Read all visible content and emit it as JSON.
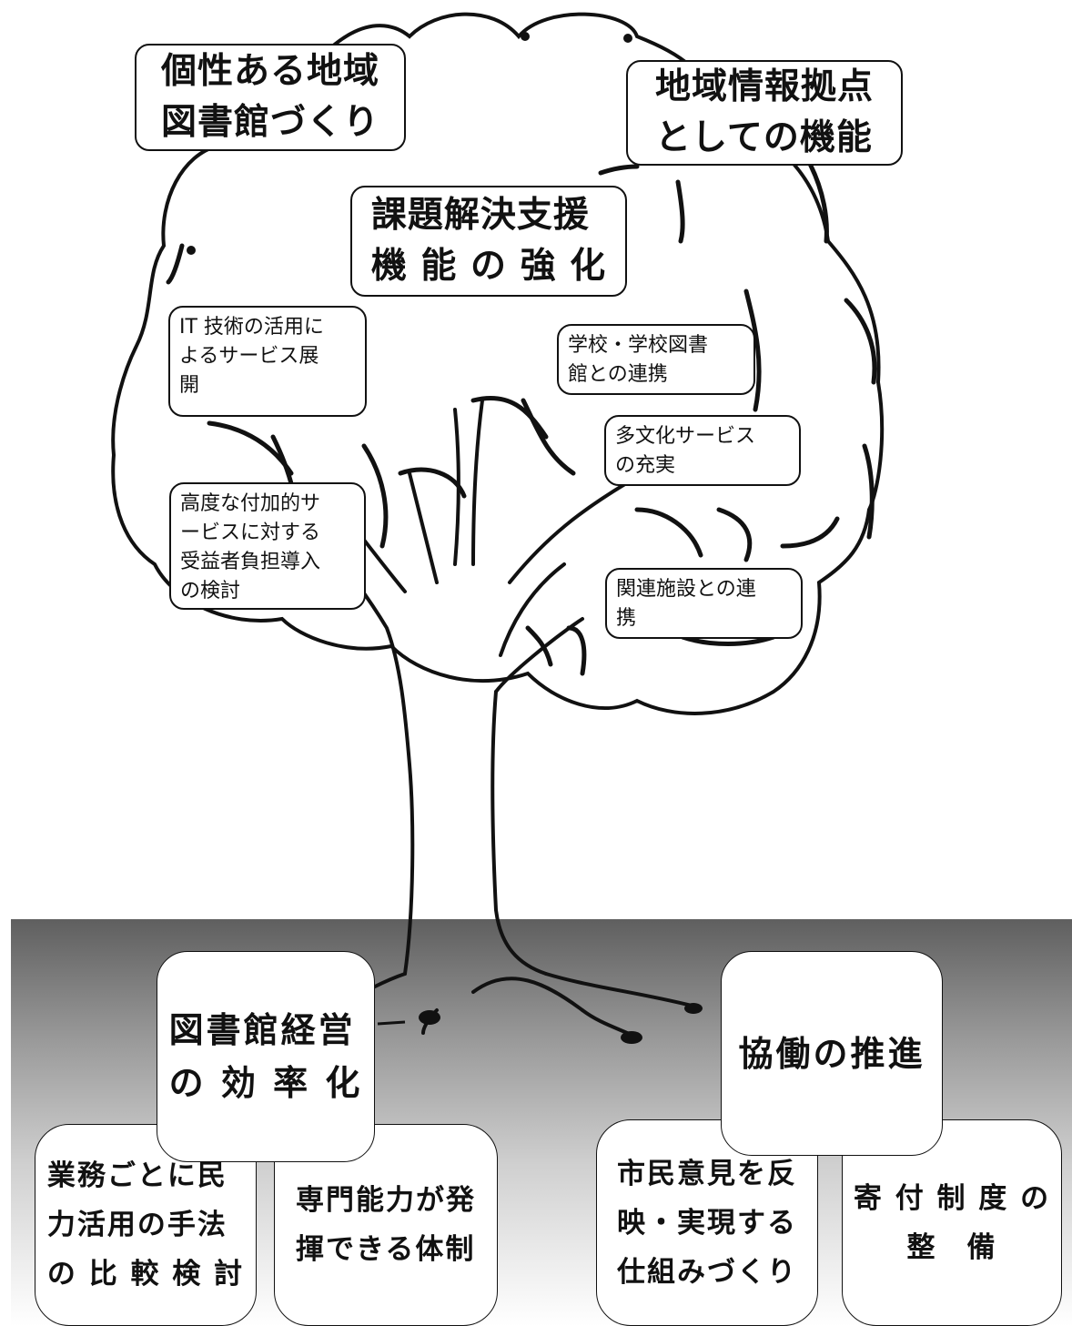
{
  "canopy_goals": {
    "distinctive_library": "個性ある地域\n図書館づくり",
    "info_hub": "地域情報拠点\nとしての機能",
    "problem_solving": "課題解決支援\n機 能 の 強 化"
  },
  "branch_measures": {
    "it_services": "IT 技術の活用に\nよるサービス展\n開",
    "school_libraries": "学校・学校図書\n館との連携",
    "multicultural": "多文化サービス\nの充実",
    "value_added_fees": "高度な付加的サ\nービスに対する\n受益者負担導入\nの検討",
    "related_facilities": "関連施設との連\n携"
  },
  "root_foundations": {
    "efficiency": {
      "title": "図書館経営\nの 効 率 化",
      "items": [
        "業務ごとに民\n力活用の手法\nの 比 較 検 討",
        "専門能力が発\n揮できる体制"
      ]
    },
    "collaboration": {
      "title": "協働の推進",
      "items": [
        "市民意見を反\n映・実現する\n仕組みづくり",
        "寄 付 制 度 の\n整　備"
      ]
    }
  }
}
